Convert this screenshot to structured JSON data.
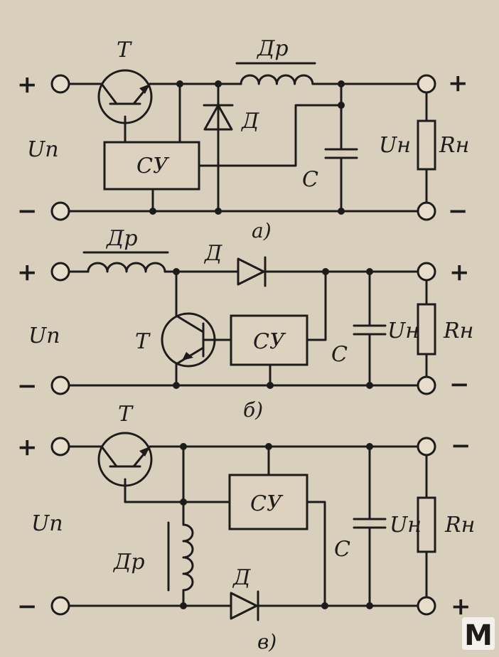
{
  "circuit_a": {
    "transistor": "T",
    "choke": "Др",
    "diode": "Д",
    "control_unit": "СУ",
    "capacitor": "С",
    "input_voltage": "Uп",
    "load_voltage": "Uн",
    "load": "Rн",
    "in_plus": "+",
    "in_minus": "−",
    "out_plus": "+",
    "out_minus": "−",
    "caption": "а)"
  },
  "circuit_b": {
    "transistor": "T",
    "choke": "Др",
    "diode": "Д",
    "control_unit": "СУ",
    "capacitor": "С",
    "input_voltage": "Uп",
    "load_voltage": "Uн",
    "load": "Rн",
    "in_plus": "+",
    "in_minus": "−",
    "out_plus": "+",
    "out_minus": "−",
    "caption": "б)"
  },
  "circuit_c": {
    "transistor": "T",
    "choke": "Др",
    "diode": "Д",
    "control_unit": "СУ",
    "capacitor": "С",
    "input_voltage": "Uп",
    "load_voltage": "Uн",
    "load": "Rн",
    "in_plus": "+",
    "in_minus": "−",
    "out_top": "−",
    "out_bottom": "+",
    "caption": "в)"
  },
  "logo": {
    "letter": "M",
    "color": "#c0281e"
  }
}
